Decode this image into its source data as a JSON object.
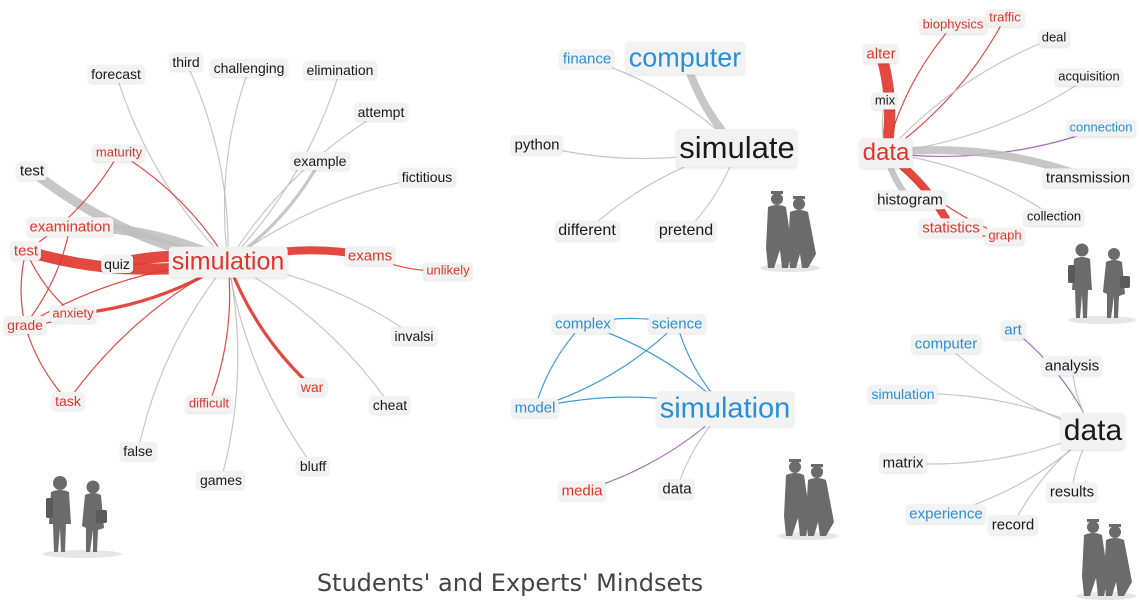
{
  "title": "Students' and Experts' Mindsets",
  "colors": {
    "black": "#1a1a1a",
    "red": "#e0352b",
    "blue": "#2a8fd6",
    "gray": "#bdbdbd",
    "purple": "#9c5cb4"
  },
  "networks": [
    {
      "id": "students-simulation",
      "nodes": [
        {
          "id": "simulation",
          "label": "simulation",
          "color": "red"
        },
        {
          "id": "forecast",
          "label": "forecast",
          "color": "black"
        },
        {
          "id": "third",
          "label": "third",
          "color": "black"
        },
        {
          "id": "challenging",
          "label": "challenging",
          "color": "black"
        },
        {
          "id": "elimination",
          "label": "elimination",
          "color": "black"
        },
        {
          "id": "attempt",
          "label": "attempt",
          "color": "black"
        },
        {
          "id": "example",
          "label": "example",
          "color": "black"
        },
        {
          "id": "fictitious",
          "label": "fictitious",
          "color": "black"
        },
        {
          "id": "maturity",
          "label": "maturity",
          "color": "red"
        },
        {
          "id": "test1",
          "label": "test",
          "color": "black"
        },
        {
          "id": "examination",
          "label": "examination",
          "color": "red"
        },
        {
          "id": "test2",
          "label": "test",
          "color": "red"
        },
        {
          "id": "quiz",
          "label": "quiz",
          "color": "black"
        },
        {
          "id": "exams",
          "label": "exams",
          "color": "red"
        },
        {
          "id": "unlikely",
          "label": "unlikely",
          "color": "red"
        },
        {
          "id": "anxiety",
          "label": "anxiety",
          "color": "red"
        },
        {
          "id": "grade",
          "label": "grade",
          "color": "red"
        },
        {
          "id": "invalsi",
          "label": "invalsi",
          "color": "black"
        },
        {
          "id": "task",
          "label": "task",
          "color": "red"
        },
        {
          "id": "difficult",
          "label": "difficult",
          "color": "red"
        },
        {
          "id": "war",
          "label": "war",
          "color": "red"
        },
        {
          "id": "cheat",
          "label": "cheat",
          "color": "black"
        },
        {
          "id": "false",
          "label": "false",
          "color": "black"
        },
        {
          "id": "games",
          "label": "games",
          "color": "black"
        },
        {
          "id": "bluff",
          "label": "bluff",
          "color": "black"
        }
      ]
    },
    {
      "id": "experts-simulate",
      "nodes": [
        {
          "id": "simulate",
          "label": "simulate",
          "color": "black"
        },
        {
          "id": "finance",
          "label": "finance",
          "color": "blue"
        },
        {
          "id": "computer",
          "label": "computer",
          "color": "blue"
        },
        {
          "id": "python",
          "label": "python",
          "color": "black"
        },
        {
          "id": "different",
          "label": "different",
          "color": "black"
        },
        {
          "id": "pretend",
          "label": "pretend",
          "color": "black"
        }
      ]
    },
    {
      "id": "experts-simulation",
      "nodes": [
        {
          "id": "simulation2",
          "label": "simulation",
          "color": "blue"
        },
        {
          "id": "complex",
          "label": "complex",
          "color": "blue"
        },
        {
          "id": "science",
          "label": "science",
          "color": "blue"
        },
        {
          "id": "model",
          "label": "model",
          "color": "blue"
        },
        {
          "id": "media",
          "label": "media",
          "color": "red"
        },
        {
          "id": "data2",
          "label": "data",
          "color": "black"
        }
      ]
    },
    {
      "id": "students-data",
      "nodes": [
        {
          "id": "data",
          "label": "data",
          "color": "red"
        },
        {
          "id": "biophysics",
          "label": "biophysics",
          "color": "red"
        },
        {
          "id": "traffic",
          "label": "traffic",
          "color": "red"
        },
        {
          "id": "deal",
          "label": "deal",
          "color": "black"
        },
        {
          "id": "alter",
          "label": "alter",
          "color": "red"
        },
        {
          "id": "acquisition",
          "label": "acquisition",
          "color": "black"
        },
        {
          "id": "mix",
          "label": "mix",
          "color": "black"
        },
        {
          "id": "connection",
          "label": "connection",
          "color": "blue"
        },
        {
          "id": "transmission",
          "label": "transmission",
          "color": "black"
        },
        {
          "id": "histogram",
          "label": "histogram",
          "color": "black"
        },
        {
          "id": "statistics",
          "label": "statistics",
          "color": "red"
        },
        {
          "id": "graph",
          "label": "graph",
          "color": "red"
        },
        {
          "id": "collection",
          "label": "collection",
          "color": "black"
        }
      ]
    },
    {
      "id": "experts-data",
      "nodes": [
        {
          "id": "data3",
          "label": "data",
          "color": "black"
        },
        {
          "id": "computer3",
          "label": "computer",
          "color": "blue"
        },
        {
          "id": "art",
          "label": "art",
          "color": "blue"
        },
        {
          "id": "analysis",
          "label": "analysis",
          "color": "black"
        },
        {
          "id": "simulation3",
          "label": "simulation",
          "color": "blue"
        },
        {
          "id": "matrix",
          "label": "matrix",
          "color": "black"
        },
        {
          "id": "results",
          "label": "results",
          "color": "black"
        },
        {
          "id": "experience",
          "label": "experience",
          "color": "blue"
        },
        {
          "id": "record",
          "label": "record",
          "color": "black"
        }
      ]
    }
  ],
  "links": [
    {
      "from": "simulation",
      "to": "forecast",
      "color": "gray",
      "weight": 1
    },
    {
      "from": "simulation",
      "to": "third",
      "color": "gray",
      "weight": 1
    },
    {
      "from": "simulation",
      "to": "challenging",
      "color": "gray",
      "weight": 1
    },
    {
      "from": "simulation",
      "to": "elimination",
      "color": "gray",
      "weight": 1
    },
    {
      "from": "simulation",
      "to": "attempt",
      "color": "gray",
      "weight": 1
    },
    {
      "from": "simulation",
      "to": "example",
      "color": "gray",
      "weight": 2
    },
    {
      "from": "simulation",
      "to": "fictitious",
      "color": "gray",
      "weight": 1
    },
    {
      "from": "simulation",
      "to": "maturity",
      "color": "red",
      "weight": 1
    },
    {
      "from": "simulation",
      "to": "test1",
      "color": "gray",
      "weight": 6
    },
    {
      "from": "simulation",
      "to": "examination",
      "color": "gray",
      "weight": 6
    },
    {
      "from": "simulation",
      "to": "test2",
      "color": "red",
      "weight": 7
    },
    {
      "from": "simulation",
      "to": "quiz",
      "color": "red",
      "weight": 7
    },
    {
      "from": "simulation",
      "to": "exams",
      "color": "red",
      "weight": 5
    },
    {
      "from": "exams",
      "to": "unlikely",
      "color": "red",
      "weight": 1
    },
    {
      "from": "simulation",
      "to": "anxiety",
      "color": "red",
      "weight": 2
    },
    {
      "from": "simulation",
      "to": "grade",
      "color": "red",
      "weight": 1
    },
    {
      "from": "simulation",
      "to": "invalsi",
      "color": "gray",
      "weight": 1
    },
    {
      "from": "simulation",
      "to": "task",
      "color": "red",
      "weight": 1
    },
    {
      "from": "simulation",
      "to": "difficult",
      "color": "red",
      "weight": 1
    },
    {
      "from": "simulation",
      "to": "war",
      "color": "red",
      "weight": 2
    },
    {
      "from": "simulation",
      "to": "cheat",
      "color": "gray",
      "weight": 1
    },
    {
      "from": "simulation",
      "to": "false",
      "color": "gray",
      "weight": 1
    },
    {
      "from": "simulation",
      "to": "games",
      "color": "gray",
      "weight": 1
    },
    {
      "from": "simulation",
      "to": "bluff",
      "color": "gray",
      "weight": 1
    },
    {
      "from": "maturity",
      "to": "test2",
      "color": "red",
      "weight": 1
    },
    {
      "from": "test2",
      "to": "grade",
      "color": "red",
      "weight": 1
    },
    {
      "from": "examination",
      "to": "grade",
      "color": "red",
      "weight": 1
    },
    {
      "from": "grade",
      "to": "task",
      "color": "red",
      "weight": 1
    },
    {
      "from": "anxiety",
      "to": "grade",
      "color": "red",
      "weight": 1
    },
    {
      "from": "test2",
      "to": "anxiety",
      "color": "red",
      "weight": 1
    },
    {
      "from": "simulate",
      "to": "computer",
      "color": "gray",
      "weight": 5
    },
    {
      "from": "simulate",
      "to": "finance",
      "color": "gray",
      "weight": 1
    },
    {
      "from": "simulate",
      "to": "python",
      "color": "gray",
      "weight": 1
    },
    {
      "from": "simulate",
      "to": "different",
      "color": "gray",
      "weight": 1
    },
    {
      "from": "simulate",
      "to": "pretend",
      "color": "gray",
      "weight": 1
    },
    {
      "from": "simulation2",
      "to": "complex",
      "color": "blue",
      "weight": 1
    },
    {
      "from": "simulation2",
      "to": "science",
      "color": "blue",
      "weight": 1
    },
    {
      "from": "simulation2",
      "to": "model",
      "color": "blue",
      "weight": 1
    },
    {
      "from": "simulation2",
      "to": "media",
      "color": "purple",
      "weight": 1
    },
    {
      "from": "simulation2",
      "to": "data2",
      "color": "gray",
      "weight": 1
    },
    {
      "from": "model",
      "to": "complex",
      "color": "blue",
      "weight": 1
    },
    {
      "from": "model",
      "to": "science",
      "color": "blue",
      "weight": 1
    },
    {
      "from": "complex",
      "to": "science",
      "color": "blue",
      "weight": 1
    },
    {
      "from": "data",
      "to": "alter",
      "color": "red",
      "weight": 7
    },
    {
      "from": "data",
      "to": "biophysics",
      "color": "red",
      "weight": 1
    },
    {
      "from": "data",
      "to": "traffic",
      "color": "red",
      "weight": 1
    },
    {
      "from": "data",
      "to": "deal",
      "color": "gray",
      "weight": 1
    },
    {
      "from": "data",
      "to": "acquisition",
      "color": "gray",
      "weight": 1
    },
    {
      "from": "data",
      "to": "mix",
      "color": "gray",
      "weight": 1
    },
    {
      "from": "data",
      "to": "connection",
      "color": "purple",
      "weight": 1
    },
    {
      "from": "data",
      "to": "transmission",
      "color": "gray",
      "weight": 5
    },
    {
      "from": "data",
      "to": "histogram",
      "color": "gray",
      "weight": 4
    },
    {
      "from": "data",
      "to": "statistics",
      "color": "red",
      "weight": 5
    },
    {
      "from": "data",
      "to": "graph",
      "color": "red",
      "weight": 1
    },
    {
      "from": "data",
      "to": "collection",
      "color": "gray",
      "weight": 1
    },
    {
      "from": "statistics",
      "to": "graph",
      "color": "red",
      "weight": 1
    },
    {
      "from": "data3",
      "to": "computer3",
      "color": "gray",
      "weight": 1
    },
    {
      "from": "data3",
      "to": "art",
      "color": "purple",
      "weight": 1
    },
    {
      "from": "data3",
      "to": "analysis",
      "color": "gray",
      "weight": 1
    },
    {
      "from": "data3",
      "to": "simulation3",
      "color": "gray",
      "weight": 1
    },
    {
      "from": "data3",
      "to": "matrix",
      "color": "gray",
      "weight": 1
    },
    {
      "from": "data3",
      "to": "results",
      "color": "gray",
      "weight": 1
    },
    {
      "from": "data3",
      "to": "experience",
      "color": "gray",
      "weight": 1
    },
    {
      "from": "data3",
      "to": "record",
      "color": "gray",
      "weight": 1
    }
  ]
}
